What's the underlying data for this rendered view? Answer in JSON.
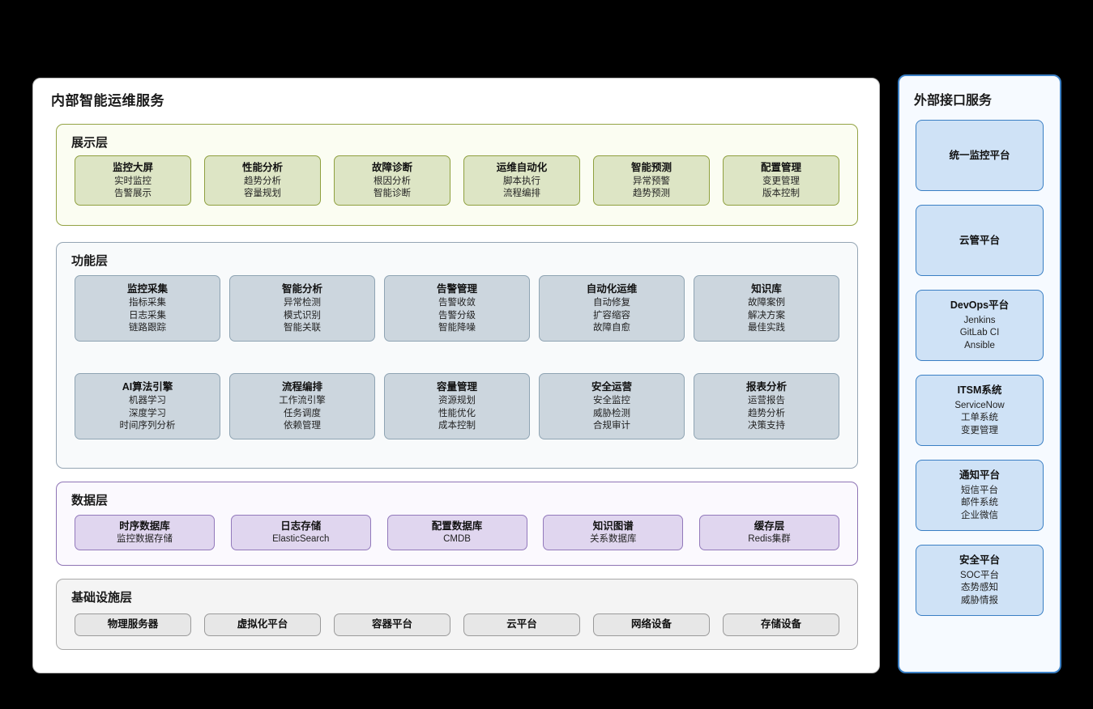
{
  "page": {
    "background_color": "#000000",
    "internal_card_color": "#ffffff",
    "external_card_color": "#f6faff"
  },
  "internal": {
    "title": "内部智能运维服务",
    "layers": [
      {
        "id": "presentation",
        "title": "展示层",
        "accent": "#8fa03f",
        "fill": "#dde5c5",
        "nodes": [
          {
            "title": "监控大屏",
            "lines": [
              "实时监控",
              "告警展示"
            ]
          },
          {
            "title": "性能分析",
            "lines": [
              "趋势分析",
              "容量规划"
            ]
          },
          {
            "title": "故障诊断",
            "lines": [
              "根因分析",
              "智能诊断"
            ]
          },
          {
            "title": "运维自动化",
            "lines": [
              "脚本执行",
              "流程编排"
            ]
          },
          {
            "title": "智能预测",
            "lines": [
              "异常预警",
              "趋势预测"
            ]
          },
          {
            "title": "配置管理",
            "lines": [
              "变更管理",
              "版本控制"
            ]
          }
        ]
      },
      {
        "id": "function",
        "title": "功能层",
        "accent": "#8fa4b3",
        "fill": "#ccd6de",
        "row1": [
          {
            "title": "监控采集",
            "lines": [
              "指标采集",
              "日志采集",
              "链路跟踪"
            ]
          },
          {
            "title": "智能分析",
            "lines": [
              "异常检测",
              "模式识别",
              "智能关联"
            ]
          },
          {
            "title": "告警管理",
            "lines": [
              "告警收敛",
              "告警分级",
              "智能降噪"
            ]
          },
          {
            "title": "自动化运维",
            "lines": [
              "自动修复",
              "扩容缩容",
              "故障自愈"
            ]
          },
          {
            "title": "知识库",
            "lines": [
              "故障案例",
              "解决方案",
              "最佳实践"
            ]
          }
        ],
        "row2": [
          {
            "title": "AI算法引擎",
            "lines": [
              "机器学习",
              "深度学习",
              "时间序列分析"
            ]
          },
          {
            "title": "流程编排",
            "lines": [
              "工作流引擎",
              "任务调度",
              "依赖管理"
            ]
          },
          {
            "title": "容量管理",
            "lines": [
              "资源规划",
              "性能优化",
              "成本控制"
            ]
          },
          {
            "title": "安全运营",
            "lines": [
              "安全监控",
              "威胁检测",
              "合规审计"
            ]
          },
          {
            "title": "报表分析",
            "lines": [
              "运营报告",
              "趋势分析",
              "决策支持"
            ]
          }
        ]
      },
      {
        "id": "data",
        "title": "数据层",
        "accent": "#9279bb",
        "fill": "#e0d6ef",
        "nodes": [
          {
            "title": "时序数据库",
            "lines": [
              "监控数据存储"
            ]
          },
          {
            "title": "日志存储",
            "lines": [
              "ElasticSearch"
            ]
          },
          {
            "title": "配置数据库",
            "lines": [
              "CMDB"
            ]
          },
          {
            "title": "知识图谱",
            "lines": [
              "关系数据库"
            ]
          },
          {
            "title": "缓存层",
            "lines": [
              "Redis集群"
            ]
          }
        ]
      },
      {
        "id": "infrastructure",
        "title": "基础设施层",
        "accent": "#9a9a9a",
        "fill": "#e7e7e7",
        "nodes": [
          {
            "title": "物理服务器",
            "lines": []
          },
          {
            "title": "虚拟化平台",
            "lines": []
          },
          {
            "title": "容器平台",
            "lines": []
          },
          {
            "title": "云平台",
            "lines": []
          },
          {
            "title": "网络设备",
            "lines": []
          },
          {
            "title": "存储设备",
            "lines": []
          }
        ]
      }
    ]
  },
  "external": {
    "title": "外部接口服务",
    "accent": "#3a7fc4",
    "fill": "#cfe2f6",
    "nodes": [
      {
        "title": "统一监控平台",
        "lines": []
      },
      {
        "title": "云管平台",
        "lines": []
      },
      {
        "title": "DevOps平台",
        "lines": [
          "Jenkins",
          "GitLab CI",
          "Ansible"
        ]
      },
      {
        "title": "ITSM系统",
        "lines": [
          "ServiceNow",
          "工单系统",
          "变更管理"
        ]
      },
      {
        "title": "通知平台",
        "lines": [
          "短信平台",
          "邮件系统",
          "企业微信"
        ]
      },
      {
        "title": "安全平台",
        "lines": [
          "SOC平台",
          "态势感知",
          "威胁情报"
        ]
      }
    ]
  }
}
